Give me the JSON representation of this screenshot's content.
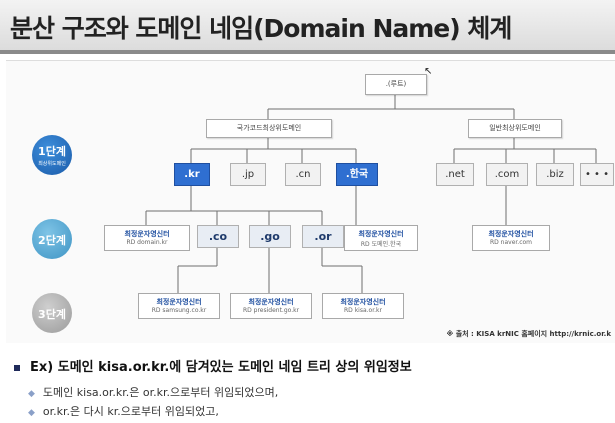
{
  "header": {
    "title": "분산 구조와 도메인 네임(Domain Name) 체계"
  },
  "levels": [
    {
      "label": "1단계",
      "sub": "최상위도메인"
    },
    {
      "label": "2단계",
      "sub": ""
    },
    {
      "label": "3단계",
      "sub": ""
    }
  ],
  "tree": {
    "root": ".(루트)",
    "country_group": "국가코드최상위도메인",
    "generic_group": "일반최상위도메인",
    "tld_country": [
      ".kr",
      ".jp",
      ".cn",
      ".한국"
    ],
    "tld_generic": [
      ".net",
      ".com",
      ".biz",
      "• • •"
    ],
    "second_level": [
      ".co",
      ".go",
      ".or"
    ],
    "org_kr": {
      "line1": "최정운자영신터",
      "line2": "RD domain.kr"
    },
    "org_hanguk": {
      "line1": "최정운자영신터",
      "line2": "RD 도메인.한국"
    },
    "org_com": {
      "line1": "최정운자영신터",
      "line2": "RD naver.com"
    },
    "org_co": {
      "line1": "최정운자영신터",
      "line2": "RD samsung.co.kr"
    },
    "org_go": {
      "line1": "최정운자영신터",
      "line2": "RD president.go.kr"
    },
    "org_or": {
      "line1": "최정운자영신터",
      "line2": "RD kisa.or.kr"
    }
  },
  "source_note": "※ 출처 : KISA krNIC 홈페이지 http://krnic.or.k",
  "bullets": {
    "main": "Ex) 도메인 kisa.or.kr.에 담겨있는 도메인 네임 트리 상의 위임정보",
    "sub": [
      "도메인 kisa.or.kr.은 or.kr.으로부터 위임되었으며,",
      "or.kr.은 다시 kr.으로부터 위임되었고,"
    ]
  },
  "colors": {
    "accent_blue": "#2f6fd1",
    "level1": "#1a5aa8",
    "level2": "#3e94c4",
    "level3": "#9a9a9a"
  }
}
